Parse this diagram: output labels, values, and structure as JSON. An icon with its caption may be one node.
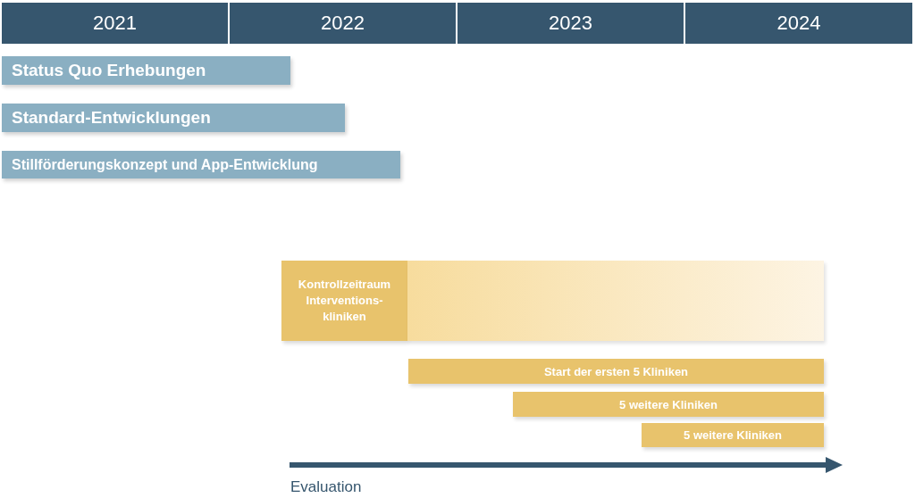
{
  "diagram": {
    "nodes": [
      {
        "text": [
          "2021"
        ]
      },
      {
        "text": [
          "2022"
        ]
      },
      {
        "text": [
          "2023"
        ]
      },
      {
        "text": [
          "2024"
        ]
      },
      {
        "text": [
          "Status Quo Erhebungen"
        ]
      },
      {
        "text": [
          "Standard-Entwicklungen"
        ]
      },
      {
        "text": [
          "Stillförderungskonzept und App-Entwicklung"
        ]
      },
      {
        "text": [
          "Kontrollzeitraum Interventions- kliniken"
        ]
      },
      {
        "text": [],
        "shape": "bar"
      },
      {
        "text": [
          "Start der ersten 5 Kliniken"
        ]
      },
      {
        "text": [
          "5 weitere Kliniken"
        ]
      },
      {
        "text": [
          "5 weitere Kliniken"
        ]
      }
    ],
    "labels": [
      "Evaluation"
    ]
  }
}
